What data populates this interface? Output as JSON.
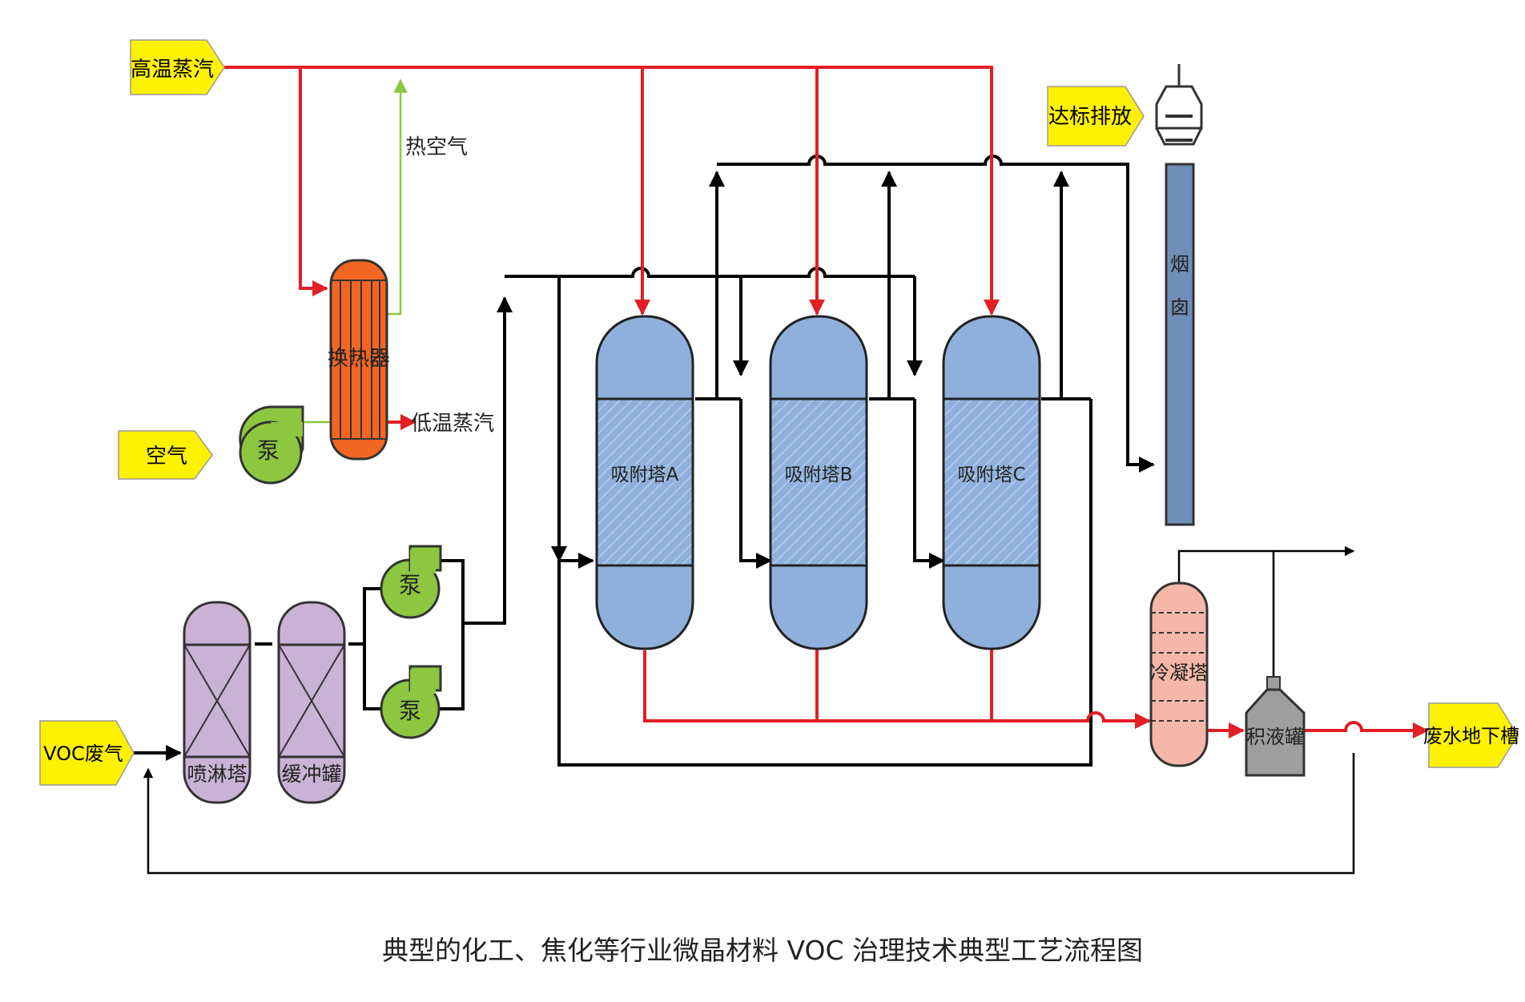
{
  "labels": {
    "high_steam": "高温蒸汽",
    "hot_air": "热空气",
    "heat_exchanger": "换热器",
    "low_steam": "低温蒸汽",
    "air": "空气",
    "pump": "泵",
    "voc_waste_gas": "VOC废气",
    "spray_tower": "喷淋塔",
    "buffer_tank": "缓冲罐",
    "tower_a": "吸附塔A",
    "tower_b": "吸附塔B",
    "tower_c": "吸附塔C",
    "discharge": "达标排放",
    "chimney_1": "烟",
    "chimney_2": "囱",
    "condenser": "冷凝塔",
    "liquid_tank": "积液罐",
    "wastewater": "废水地下槽"
  },
  "caption": "典型的化工、焦化等行业微晶材料 VOC 治理技术典型工艺流程图",
  "colors": {
    "steam_line": "#e31e24",
    "air_line": "#8dc63f",
    "process_line": "#000000",
    "tag_fill": "#fff200",
    "tower_fill": "#8fb0dc",
    "exchanger_fill": "#f26522",
    "pump_fill": "#8dc63f",
    "spray_fill": "#c9b2d4",
    "condenser_fill": "#f4b7a8",
    "liquid_tank_fill": "#9e9e9e",
    "chimney_fill": "#6f8fb8"
  }
}
